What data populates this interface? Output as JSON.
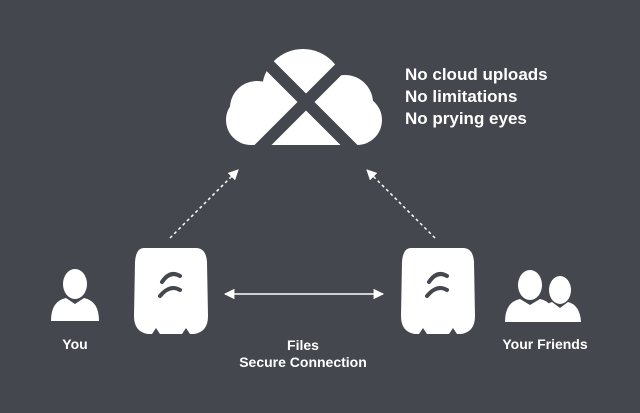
{
  "taglines": [
    "No cloud uploads",
    "No limitations",
    "No prying eyes"
  ],
  "labels": {
    "you": "You",
    "your_friends": "Your Friends",
    "files": "Files",
    "secure_connection": "Secure Connection"
  },
  "icons": {
    "cloud": "cloud-icon",
    "cross": "cross-icon",
    "user": "user-icon",
    "group": "user-group-icon",
    "device": "device-icon"
  },
  "colors": {
    "background": "#45474f",
    "foreground": "#ffffff",
    "cross": "#45474f"
  }
}
